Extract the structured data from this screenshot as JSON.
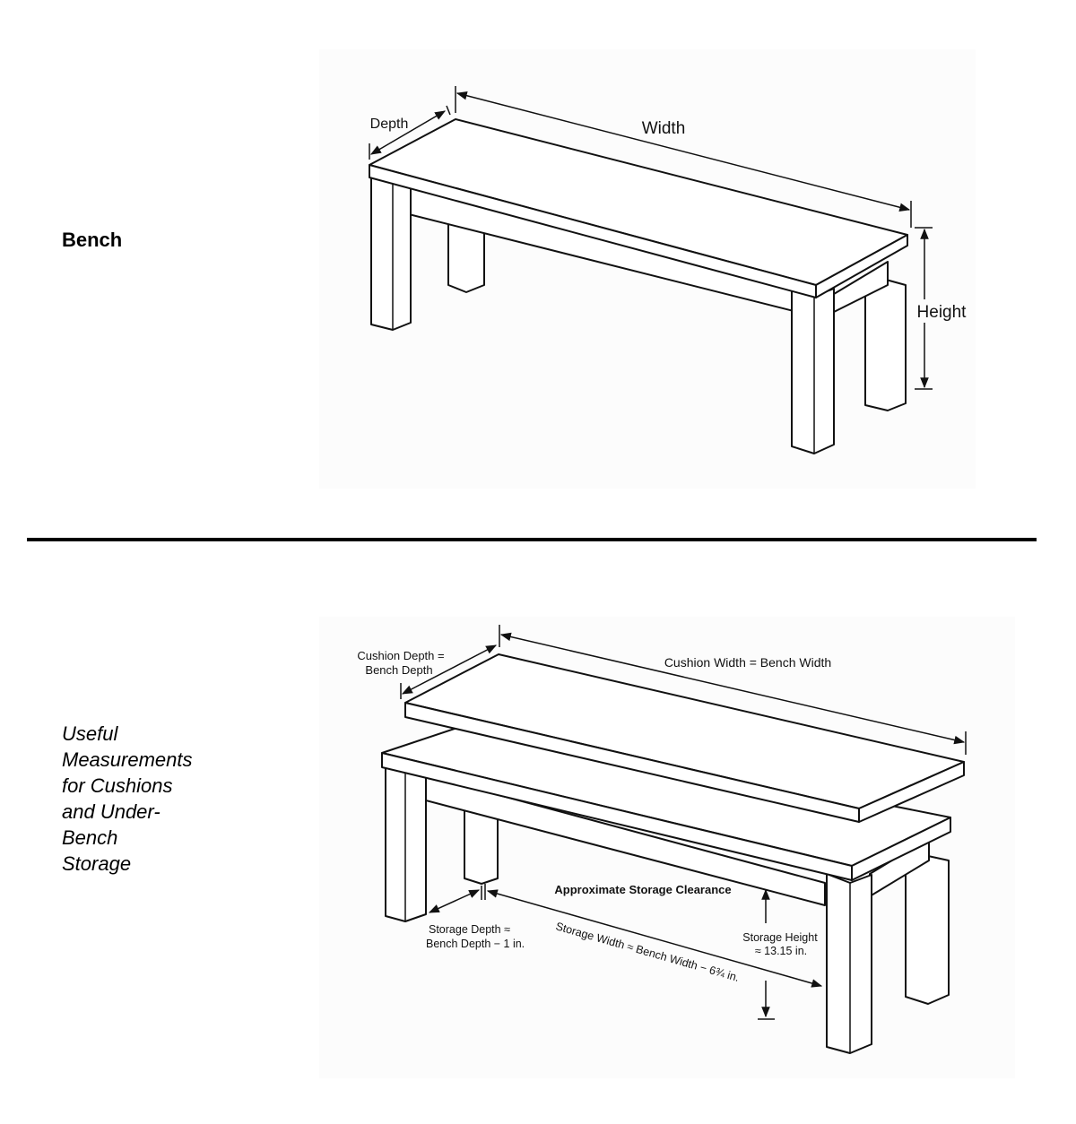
{
  "top": {
    "side_label": "Bench",
    "depth_label": "Depth",
    "width_label": "Width",
    "height_label": "Height"
  },
  "bottom": {
    "side_label": "Useful\nMeasurements\nfor Cushions\nand Under-\nBench\nStorage",
    "cushion_depth_label_1": "Cushion Depth =",
    "cushion_depth_label_2": "Bench Depth",
    "cushion_width_label": "Cushion Width = Bench Width",
    "storage_clearance_label": "Approximate Storage Clearance",
    "storage_depth_label_1": "Storage Depth ≈",
    "storage_depth_label_2": "Bench Depth − 1 in.",
    "storage_width_label": "Storage Width ≈ Bench Width − 6¾ in.",
    "storage_height_label_1": "Storage Height",
    "storage_height_label_2": "≈ 13.15 in."
  }
}
